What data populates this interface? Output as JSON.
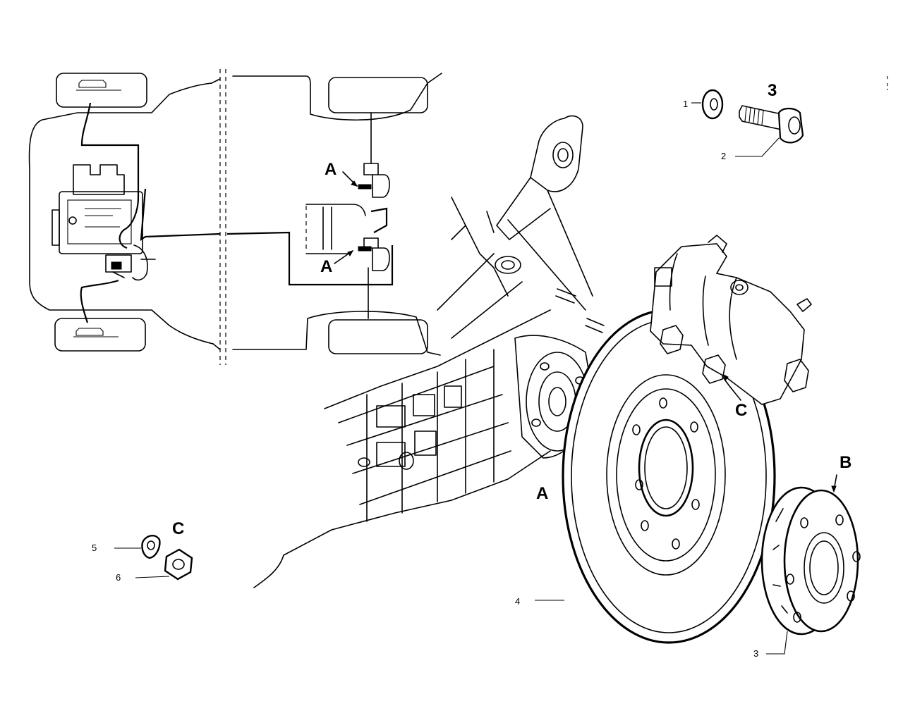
{
  "callouts": {
    "schematic_front_A": "A",
    "schematic_rear_A": "A",
    "disc_A": "A",
    "bolt_group_3": "3",
    "hub_B": "B",
    "caliper_C": "C",
    "nut_group_C": "C"
  },
  "part_numbers": {
    "washer_1": "1",
    "bolt_2": "2",
    "hub_3": "3",
    "disc_4": "4",
    "washer_5": "5",
    "nut_6": "6"
  }
}
